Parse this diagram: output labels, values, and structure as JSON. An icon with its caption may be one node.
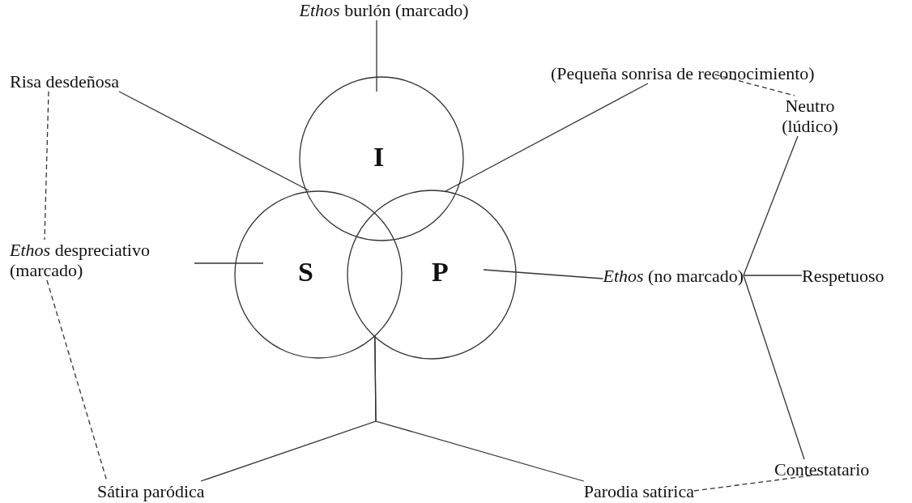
{
  "diagram": {
    "nodes": [
      {
        "text": [
          "I"
        ]
      },
      {
        "text": [
          "S"
        ]
      },
      {
        "text": [
          "P"
        ]
      },
      {
        "text": [
          "*Ethos* burlón (marcado)"
        ]
      },
      {
        "text": [
          "Risa desdeñosa"
        ]
      },
      {
        "text": [
          "(Pequeña sonrisa de reconocimiento)"
        ]
      },
      {
        "text": [
          "Neutro (lúdico)"
        ]
      },
      {
        "text": [
          "*Ethos* despreciativo (marcado)"
        ]
      },
      {
        "text": [
          "*Ethos* (no marcado)"
        ]
      },
      {
        "text": [
          "Respetuoso"
        ]
      },
      {
        "text": [
          "Contestatario"
        ]
      },
      {
        "text": [
          "Sátira paródica"
        ]
      },
      {
        "text": [
          "Parodia satírica"
        ]
      }
    ],
    "edges": [
      {
        "from": 3,
        "to": 0,
        "arrow": "none"
      },
      {
        "from": 4,
        "to": 0,
        "arrow": "none"
      },
      {
        "from": 5,
        "to": 0,
        "arrow": "none"
      },
      {
        "from": 7,
        "to": 1,
        "arrow": "none"
      },
      {
        "from": 8,
        "to": 2,
        "arrow": "none"
      },
      {
        "from": 1,
        "to": 11,
        "arrow": "none"
      },
      {
        "from": 1,
        "to": 12,
        "arrow": "none"
      },
      {
        "from": 8,
        "to": 6,
        "arrow": "none"
      },
      {
        "from": 8,
        "to": 9,
        "arrow": "none"
      },
      {
        "from": 8,
        "to": 10,
        "arrow": "none"
      },
      {
        "from": 5,
        "to": 6,
        "arrow": "none",
        "style": "dashed"
      },
      {
        "from": 4,
        "to": 7,
        "arrow": "none",
        "style": "dashed"
      },
      {
        "from": 7,
        "to": 11,
        "arrow": "none",
        "style": "dashed"
      },
      {
        "from": 12,
        "to": 10,
        "arrow": "none",
        "style": "dashed"
      }
    ]
  }
}
